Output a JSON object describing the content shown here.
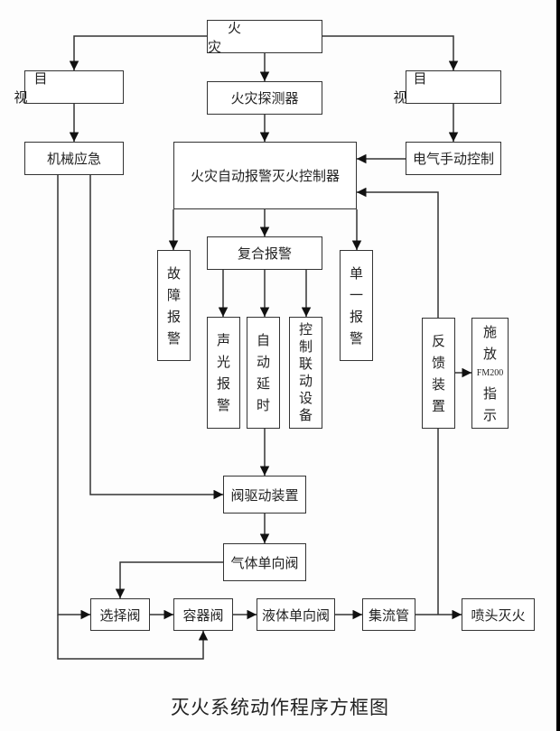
{
  "diagram": {
    "title": "灭火系统动作程序方框图",
    "nodes": {
      "fire": "火　灾",
      "visual_left": "目　　视",
      "detector": "火灾探测器",
      "visual_right": "目　　视",
      "mechanical_emergency": "机械应急",
      "controller": "火灾自动报警灭火控制器",
      "electric_manual": "电气手动控制",
      "composite_alarm": "复合报警",
      "fault_alarm": [
        "故",
        "障",
        "报",
        "警"
      ],
      "single_alarm": [
        "单",
        "一",
        "报",
        "警"
      ],
      "sound_light_alarm": [
        "声",
        "光",
        "报",
        "警"
      ],
      "auto_delay": [
        "自",
        "动",
        "延",
        "时"
      ],
      "control_linkage": [
        "控",
        "制",
        "联",
        "动",
        "设",
        "备"
      ],
      "feedback_device": [
        "反",
        "馈",
        "装",
        "置"
      ],
      "release_indicator": [
        "施",
        "放",
        "FM200",
        "指",
        "示"
      ],
      "valve_driver": "阀驱动装置",
      "gas_check_valve": "气体单向阀",
      "selector_valve": "选择阀",
      "container_valve": "容器阀",
      "liquid_check_valve": "液体单向阀",
      "manifold": "集流管",
      "nozzle": "喷头灭火"
    },
    "edges": [
      [
        "fire",
        "visual_left"
      ],
      [
        "fire",
        "detector"
      ],
      [
        "fire",
        "visual_right"
      ],
      [
        "visual_left",
        "mechanical_emergency"
      ],
      [
        "detector",
        "controller"
      ],
      [
        "visual_right",
        "electric_manual"
      ],
      [
        "electric_manual",
        "controller"
      ],
      [
        "controller",
        "fault_alarm"
      ],
      [
        "controller",
        "composite_alarm"
      ],
      [
        "controller",
        "single_alarm"
      ],
      [
        "composite_alarm",
        "sound_light_alarm"
      ],
      [
        "composite_alarm",
        "auto_delay"
      ],
      [
        "composite_alarm",
        "control_linkage"
      ],
      [
        "auto_delay",
        "valve_driver"
      ],
      [
        "mechanical_emergency",
        "valve_driver"
      ],
      [
        "valve_driver",
        "gas_check_valve"
      ],
      [
        "gas_check_valve",
        "selector_valve"
      ],
      [
        "mechanical_emergency",
        "selector_valve"
      ],
      [
        "mechanical_emergency",
        "container_valve"
      ],
      [
        "selector_valve",
        "container_valve"
      ],
      [
        "container_valve",
        "liquid_check_valve"
      ],
      [
        "liquid_check_valve",
        "manifold"
      ],
      [
        "manifold",
        "nozzle"
      ],
      [
        "manifold",
        "feedback_device"
      ],
      [
        "feedback_device",
        "controller"
      ],
      [
        "feedback_device",
        "release_indicator"
      ]
    ]
  }
}
